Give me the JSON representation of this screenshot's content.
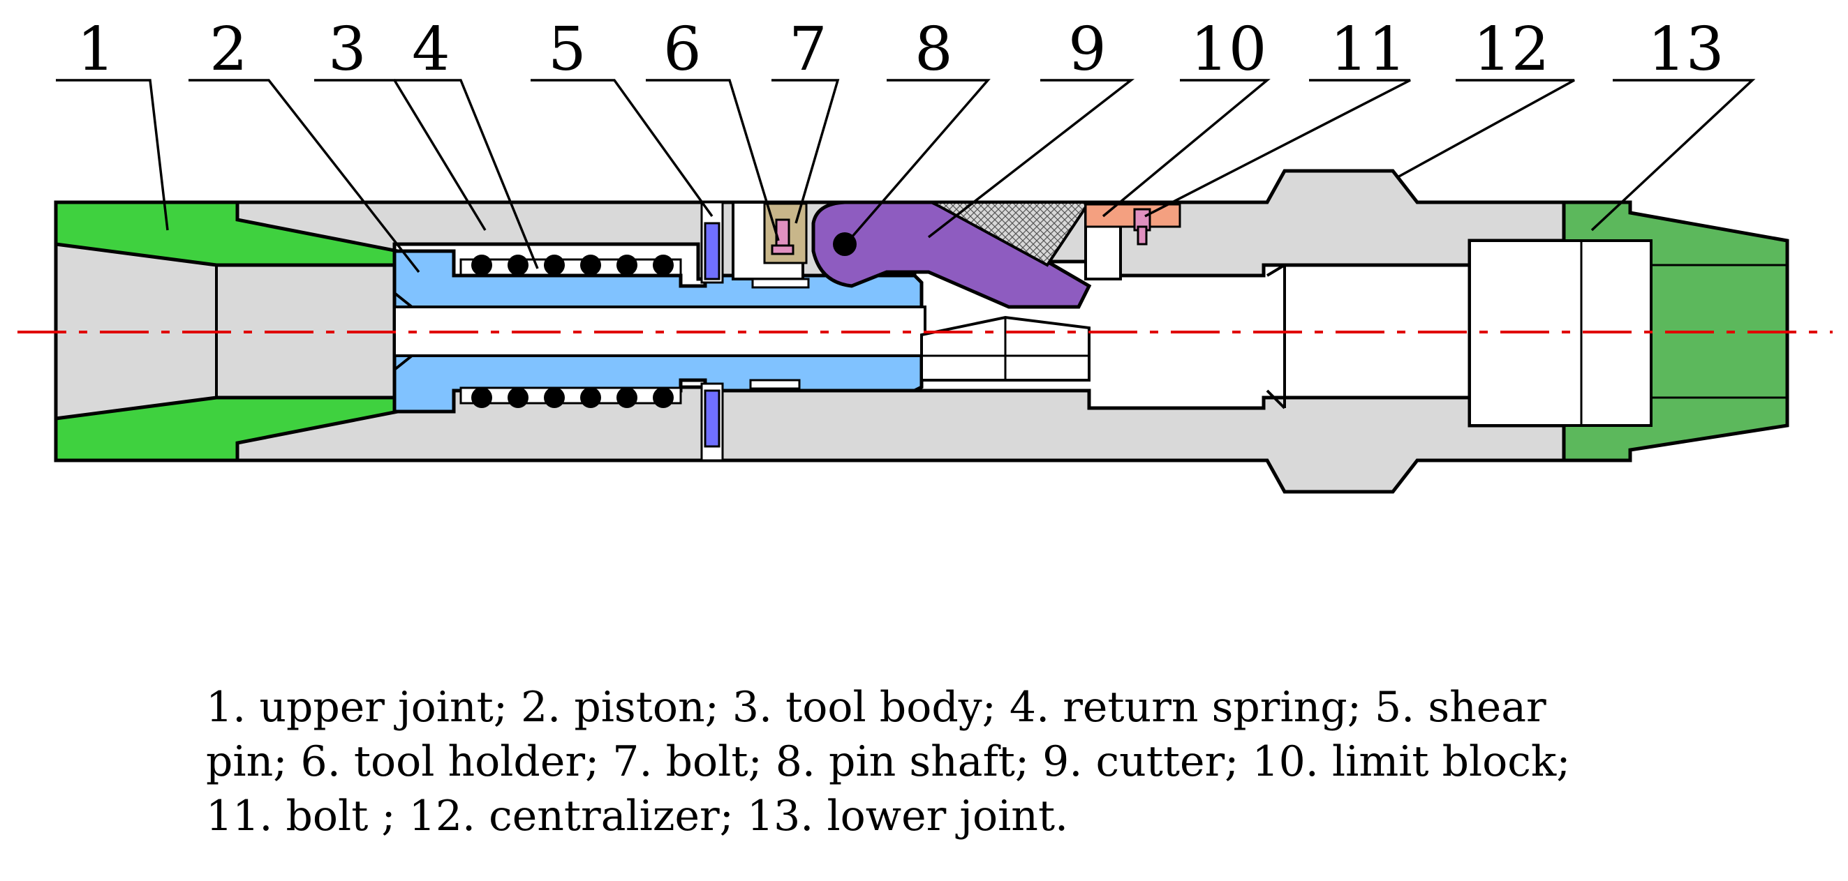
{
  "diagram": {
    "callouts": [
      "1",
      "2",
      "3",
      "4",
      "5",
      "6",
      "7",
      "8",
      "9",
      "10",
      "11",
      "12",
      "13"
    ],
    "caption_lines": [
      "1. upper joint; 2. piston; 3. tool body; 4. return spring; 5. shear",
      "pin; 6. tool holder; 7. bolt; 8. pin shaft; 9. cutter; 10. limit block;",
      "11. bolt ; 12. centralizer; 13. lower joint."
    ]
  },
  "colors": {
    "tool_body": "#d9d9d9",
    "upper_joint": "#3fd13f",
    "lower_joint": "#5cb85c",
    "piston": "#80c2ff",
    "shear_pin": "#7070ff",
    "tool_holder": "#c8b68a",
    "bolt": "#e090c0",
    "cutter": "#8e5cc0",
    "limit_block": "#f4a080",
    "centerline": "#e00000"
  }
}
